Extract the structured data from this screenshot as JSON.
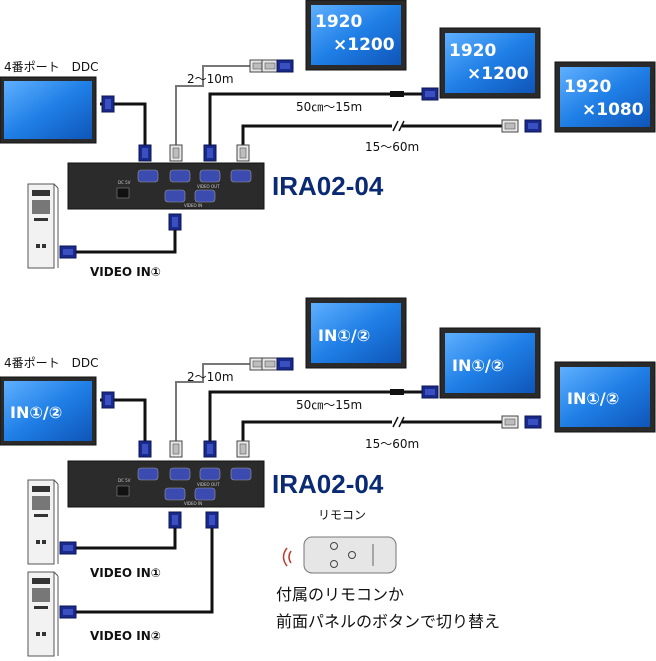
{
  "top": {
    "port4_label": "4番ポート　DDC",
    "cable_a": "2～10m",
    "cable_b": "50㎝～15m",
    "cable_c": "15～60m",
    "model": "IRA02-04",
    "video_in_1": "VIDEO IN①",
    "monitors": [
      {
        "line1": "1920",
        "line2": "×1200"
      },
      {
        "line1": "1920",
        "line2": "×1200"
      },
      {
        "line1": "1920",
        "line2": "×1080"
      }
    ]
  },
  "bottom": {
    "port4_label": "4番ポート　DDC",
    "cable_a": "2～10m",
    "cable_b": "50㎝～15m",
    "cable_c": "15～60m",
    "model": "IRA02-04",
    "remote_label": "リモコン",
    "video_in_1": "VIDEO IN①",
    "video_in_2": "VIDEO IN②",
    "note_line1": "付属のリモコンか",
    "note_line2": "前面パネルのボタンで切り替え",
    "monitor_text": "IN①/②"
  },
  "device": {
    "video_out": "VIDEO OUT",
    "video_in": "VIDEO IN",
    "dc": "DC 5V"
  },
  "colors": {
    "screen": "#1f7fe6",
    "bezel": "#2a2a2a",
    "connector": "#1a2a8c",
    "device": "#2b2b2b",
    "model_text": "#0a2a73"
  }
}
